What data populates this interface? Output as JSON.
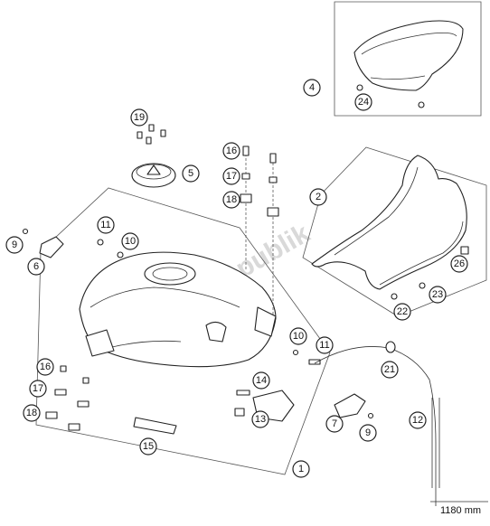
{
  "watermark": "PartsRepublik",
  "hose_length_label": "1180 mm",
  "callouts": [
    {
      "id": "c1",
      "label": "1"
    },
    {
      "id": "c2",
      "label": "2"
    },
    {
      "id": "c4",
      "label": "4"
    },
    {
      "id": "c5",
      "label": "5"
    },
    {
      "id": "c6",
      "label": "6"
    },
    {
      "id": "c7",
      "label": "7"
    },
    {
      "id": "c9a",
      "label": "9"
    },
    {
      "id": "c9b",
      "label": "9"
    },
    {
      "id": "c10a",
      "label": "10"
    },
    {
      "id": "c10b",
      "label": "10"
    },
    {
      "id": "c11a",
      "label": "11"
    },
    {
      "id": "c11b",
      "label": "11"
    },
    {
      "id": "c12",
      "label": "12"
    },
    {
      "id": "c13",
      "label": "13"
    },
    {
      "id": "c14",
      "label": "14"
    },
    {
      "id": "c15",
      "label": "15"
    },
    {
      "id": "c16a",
      "label": "16"
    },
    {
      "id": "c16b",
      "label": "16"
    },
    {
      "id": "c17a",
      "label": "17"
    },
    {
      "id": "c17b",
      "label": "17"
    },
    {
      "id": "c18a",
      "label": "18"
    },
    {
      "id": "c18b",
      "label": "18"
    },
    {
      "id": "c19",
      "label": "19"
    },
    {
      "id": "c21",
      "label": "21"
    },
    {
      "id": "c22",
      "label": "22"
    },
    {
      "id": "c23",
      "label": "23"
    },
    {
      "id": "c24",
      "label": "24"
    },
    {
      "id": "c26",
      "label": "26"
    }
  ]
}
